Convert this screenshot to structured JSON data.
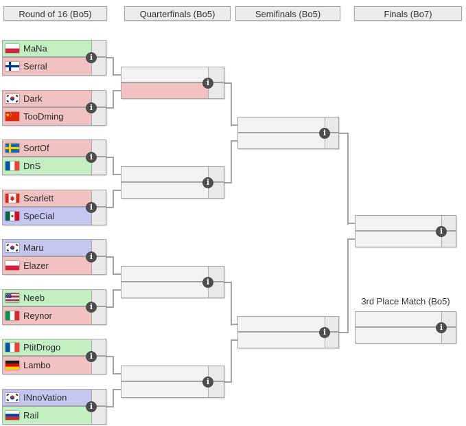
{
  "headers": [
    {
      "label": "Round of 16 (Bo5)"
    },
    {
      "label": "Quarterfinals (Bo5)"
    },
    {
      "label": "Semifinals (Bo5)"
    },
    {
      "label": "Finals (Bo7)"
    }
  ],
  "third_place": {
    "label": "3rd Place Match (Bo5)"
  },
  "info_icon_glyph": "i",
  "colors": {
    "green": "#c2f0c2",
    "pink": "#f2c2c2",
    "purple": "#c6c6f2",
    "empty": "#f2f2f2",
    "score_cell": "#e9e9e9",
    "box_border": "#a5a5a5",
    "connector": "#a2a2a2",
    "header_bg": "#ececec",
    "info_icon_bg": "#4d4d4d"
  },
  "rounds": {
    "round_of_16": [
      {
        "slots": [
          {
            "name": "MaNa",
            "flag": "poland",
            "color": "green"
          },
          {
            "name": "Serral",
            "flag": "finland",
            "color": "pink"
          }
        ]
      },
      {
        "slots": [
          {
            "name": "Dark",
            "flag": "south-korea",
            "color": "pink"
          },
          {
            "name": "TooDming",
            "flag": "china",
            "color": "pink"
          }
        ]
      },
      {
        "slots": [
          {
            "name": "SortOf",
            "flag": "sweden",
            "color": "pink"
          },
          {
            "name": "DnS",
            "flag": "france",
            "color": "green"
          }
        ]
      },
      {
        "slots": [
          {
            "name": "Scarlett",
            "flag": "canada",
            "color": "pink"
          },
          {
            "name": "SpeCial",
            "flag": "mexico",
            "color": "purple"
          }
        ]
      },
      {
        "slots": [
          {
            "name": "Maru",
            "flag": "south-korea",
            "color": "purple"
          },
          {
            "name": "Elazer",
            "flag": "poland",
            "color": "pink"
          }
        ]
      },
      {
        "slots": [
          {
            "name": "Neeb",
            "flag": "usa",
            "color": "green"
          },
          {
            "name": "Reynor",
            "flag": "italy",
            "color": "pink"
          }
        ]
      },
      {
        "slots": [
          {
            "name": "PtitDrogo",
            "flag": "france",
            "color": "green"
          },
          {
            "name": "Lambo",
            "flag": "germany",
            "color": "pink"
          }
        ]
      },
      {
        "slots": [
          {
            "name": "INnoVation",
            "flag": "south-korea",
            "color": "purple"
          },
          {
            "name": "Rail",
            "flag": "russia",
            "color": "green"
          }
        ]
      }
    ],
    "quarterfinals": [
      {
        "slots": [
          {
            "name": "",
            "flag": "",
            "color": "empty"
          },
          {
            "name": "",
            "flag": "",
            "color": "pink"
          }
        ]
      },
      {
        "slots": [
          {
            "name": "",
            "flag": "",
            "color": "empty"
          },
          {
            "name": "",
            "flag": "",
            "color": "empty"
          }
        ]
      },
      {
        "slots": [
          {
            "name": "",
            "flag": "",
            "color": "empty"
          },
          {
            "name": "",
            "flag": "",
            "color": "empty"
          }
        ]
      },
      {
        "slots": [
          {
            "name": "",
            "flag": "",
            "color": "empty"
          },
          {
            "name": "",
            "flag": "",
            "color": "empty"
          }
        ]
      }
    ],
    "semifinals": [
      {
        "slots": [
          {
            "name": "",
            "flag": "",
            "color": "empty"
          },
          {
            "name": "",
            "flag": "",
            "color": "empty"
          }
        ]
      },
      {
        "slots": [
          {
            "name": "",
            "flag": "",
            "color": "empty"
          },
          {
            "name": "",
            "flag": "",
            "color": "empty"
          }
        ]
      }
    ],
    "finals": [
      {
        "slots": [
          {
            "name": "",
            "flag": "",
            "color": "empty"
          },
          {
            "name": "",
            "flag": "",
            "color": "empty"
          }
        ]
      }
    ],
    "third_place_match": [
      {
        "slots": [
          {
            "name": "",
            "flag": "",
            "color": "empty"
          },
          {
            "name": "",
            "flag": "",
            "color": "empty"
          }
        ]
      }
    ]
  }
}
